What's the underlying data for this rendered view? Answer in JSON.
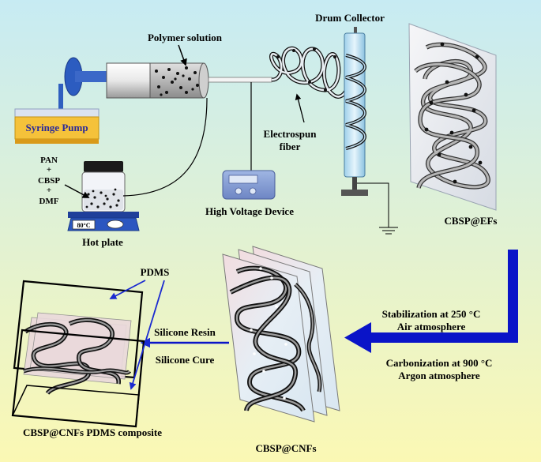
{
  "labels": {
    "polymer_solution": "Polymer solution",
    "drum_collector": "Drum Collector",
    "syringe_pump": "Syringe Pump",
    "pan": "PAN",
    "plus1": "+",
    "cbsp": "CBSP",
    "plus2": "+",
    "dmf": "DMF",
    "temp": "80°C",
    "hot_plate": "Hot plate",
    "electrospun_1": "Electrospun",
    "electrospun_2": "fiber",
    "high_voltage": "High Voltage Device",
    "cbsp_efs": "CBSP@EFs",
    "pdms": "PDMS",
    "silicone_resin": "Silicone Resin",
    "silicone_cure": "Silicone Cure",
    "stab_1": "Stabilization at 250 °C",
    "stab_2": "Air atmosphere",
    "carb_1": "Carbonization at 900 °C",
    "carb_2": "Argon atmosphere",
    "cbsp_cnfs": "CBSP@CNFs",
    "composite": "CBSP@CNFs PDMS composite"
  },
  "colors": {
    "background_top": "#c9ecf2",
    "background_bottom": "#fbf8b6",
    "arrow_blue": "#0a14c8",
    "pump_blue": "#2a56b8",
    "pump_label_bg": "#f5c43a"
  }
}
